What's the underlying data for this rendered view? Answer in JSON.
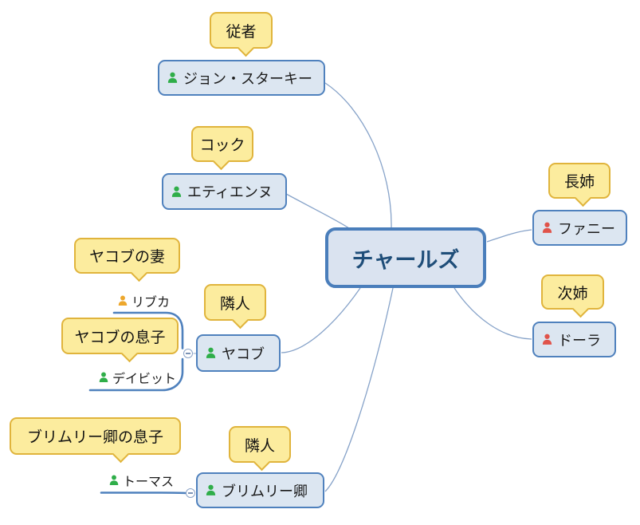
{
  "center": {
    "label": "チャールズ"
  },
  "nodes": [
    {
      "id": "john-starkey",
      "label": "ジョン・スターキー",
      "icon": "person-green"
    },
    {
      "id": "etienne",
      "label": "エティエンヌ",
      "icon": "person-green"
    },
    {
      "id": "jacob",
      "label": "ヤコブ",
      "icon": "person-green"
    },
    {
      "id": "brimley",
      "label": "ブリムリー卿",
      "icon": "person-green"
    },
    {
      "id": "fanny",
      "label": "ファニー",
      "icon": "person-red"
    },
    {
      "id": "dora",
      "label": "ドーラ",
      "icon": "person-red"
    }
  ],
  "line_nodes": [
    {
      "id": "rivka",
      "label": "リブカ",
      "icon": "person-orange"
    },
    {
      "id": "david",
      "label": "デイビット",
      "icon": "person-green"
    },
    {
      "id": "thomas",
      "label": "トーマス",
      "icon": "person-green"
    }
  ],
  "callouts": [
    {
      "for": "john-starkey",
      "label": "従者"
    },
    {
      "for": "etienne",
      "label": "コック"
    },
    {
      "for": "rivka",
      "label": "ヤコブの妻"
    },
    {
      "for": "david",
      "label": "ヤコブの息子"
    },
    {
      "for": "jacob",
      "label": "隣人"
    },
    {
      "for": "thomas",
      "label": "ブリムリー卿の息子"
    },
    {
      "for": "brimley",
      "label": "隣人"
    },
    {
      "for": "fanny",
      "label": "長姉"
    },
    {
      "for": "dora",
      "label": "次姉"
    }
  ],
  "colors": {
    "node_fill": "#dce6f1",
    "node_border": "#4f81bd",
    "center_fill": "#dae3f0",
    "center_border": "#4a7ebb",
    "center_text": "#1f4e79",
    "callout_fill": "#fcec9e",
    "callout_border": "#e0b43c",
    "connector_line": "#87a3c9",
    "underline": "#4f81bd",
    "icon_green": "#2fae49",
    "icon_orange": "#eda72c",
    "icon_red": "#e0534a"
  }
}
